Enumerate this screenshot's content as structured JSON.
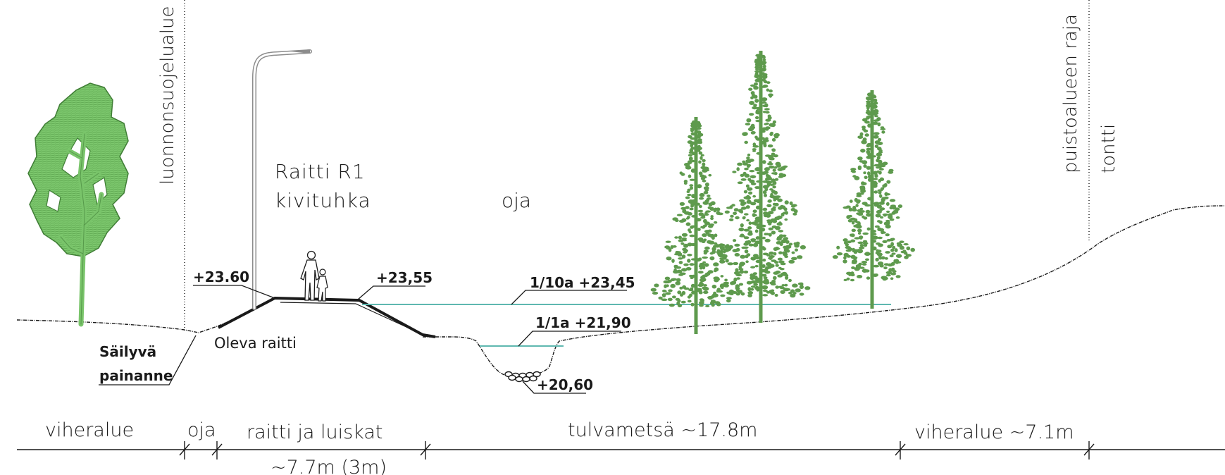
{
  "labels": {
    "nature_reserve": "luonnonsuojelualue",
    "park_boundary": "puistoalueen raja",
    "plot": "tontti",
    "path_name": "Raitti R1",
    "path_surface": "kivituhka",
    "ditch_title": "oja",
    "existing_path": "Oleva raitti",
    "depression_line1": "Säilyvä",
    "depression_line2": "painanne"
  },
  "levels": {
    "path_left": "+23.60",
    "path_right": "+23,55",
    "flood_10a": "1/10a +23,45",
    "flood_1a": "1/1a +21,90",
    "ditch_bottom": "+20,60"
  },
  "zones": {
    "green_left": "viheralue",
    "ditch": "oja",
    "path_slopes": "raitti ja luiskat",
    "path_width": "~7.7m (3m)",
    "flood_forest": "tulvametsä ~17.8m",
    "green_right": "viheralue ~7.1m"
  },
  "colors": {
    "line": "#1a1a1a",
    "water": "#5fb8b0",
    "birch_fill": "#79c46a",
    "birch_edge": "#3f7d35",
    "spruce": "#5e9a4d",
    "lamp": "#8c8c8c"
  }
}
